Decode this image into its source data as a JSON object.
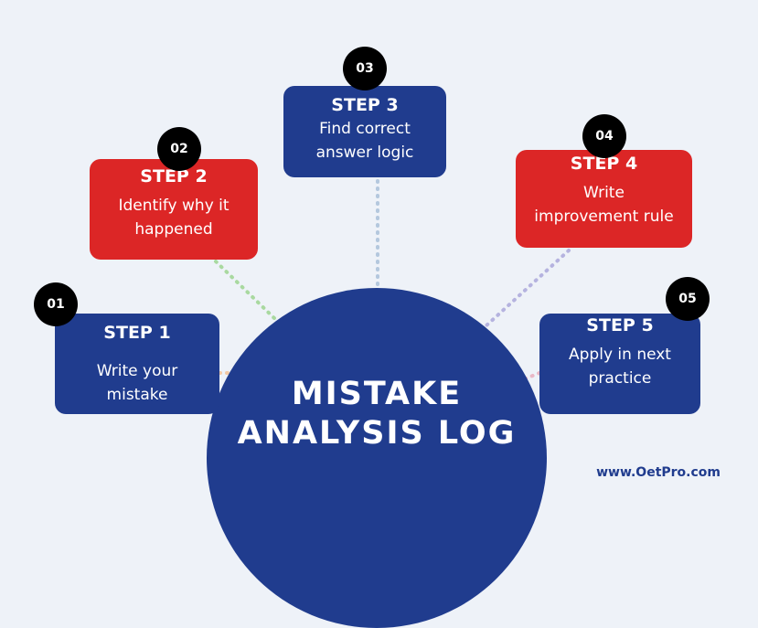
{
  "title_lines": [
    "MISTAKE",
    "ANALYSIS LOG"
  ],
  "steps": [
    {
      "number": "01",
      "title": "STEP 1",
      "desc_lines": [
        "Write your",
        "mistake"
      ],
      "color": "#203c8e"
    },
    {
      "number": "02",
      "title": "STEP 2",
      "desc_lines": [
        "Identify why it",
        "happened"
      ],
      "color": "#dc2626"
    },
    {
      "number": "03",
      "title": "STEP 3",
      "desc_lines": [
        "Find correct",
        "answer logic"
      ],
      "color": "#203c8e"
    },
    {
      "number": "04",
      "title": "STEP 4",
      "desc_lines": [
        "Write",
        "improvement rule"
      ],
      "color": "#dc2626"
    },
    {
      "number": "05",
      "title": "STEP 5",
      "desc_lines": [
        "Apply in next",
        "practice"
      ],
      "color": "#203c8e"
    }
  ],
  "connector_colors": [
    "#f2c9a6",
    "#a9d9a0",
    "#b4c8de",
    "#b5b3df",
    "#e9b8c6"
  ],
  "footer": "www.OetPro.com",
  "colors": {
    "background": "#eef2f8",
    "primary": "#203c8e",
    "accent": "#dc2626",
    "badge": "#000000"
  }
}
